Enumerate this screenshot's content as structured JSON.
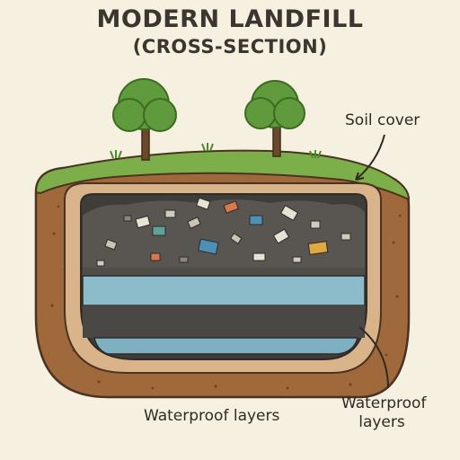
{
  "title": "MODERN LANDFILL",
  "subtitle": "(CROSS-SECTION)",
  "labels": {
    "soil_cover": "Soil cover",
    "waterproof_right_line1": "Waterproof",
    "waterproof_right_line2": "layers",
    "waterproof_bottom": "Waterproof layers"
  },
  "colors": {
    "background": "#f6f0e0",
    "grass": "#7cae4a",
    "soil": "#a0693b",
    "soil_dark": "#6e4525",
    "clay_liner": "#d9b48a",
    "waste": "#595651",
    "water": "#8cbcca",
    "dark_layer": "#4a4845",
    "tree_foliage": "#5f9a3c",
    "trunk": "#6b4a2b"
  }
}
